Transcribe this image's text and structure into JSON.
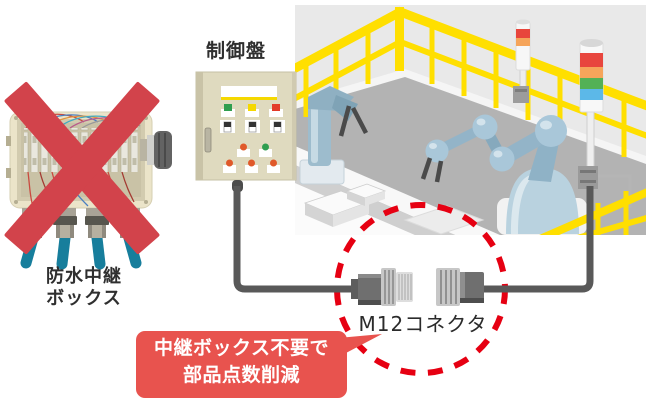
{
  "labels": {
    "control_panel": "制御盤",
    "junction_box_line1": "防水中継",
    "junction_box_line2": "ボックス",
    "connector": "M12コネクタ",
    "callout_line1": "中継ボックス不要で",
    "callout_line2": "部品点数削減"
  },
  "colors": {
    "highlight_dash_red": "#e60012",
    "callout_red": "#e8534e",
    "prohibition_cross_red": "#d2434b",
    "railing_yellow": "#ffdf00",
    "robot_blue": "#a9c7d9",
    "cable_teal": "#177e9c",
    "cable_gray": "#595959",
    "panel_beige": "#dfdabf",
    "junction_box_cream": "#ebe4c9"
  }
}
